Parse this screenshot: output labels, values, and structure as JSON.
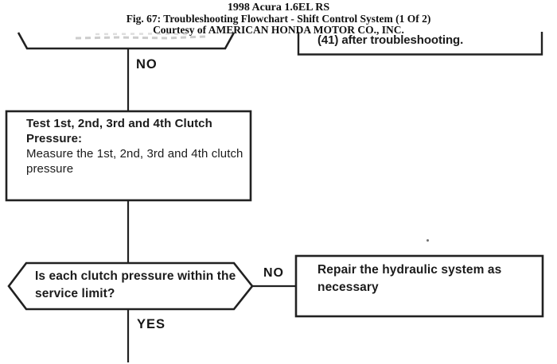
{
  "header": {
    "title": "1998 Acura 1.6EL RS",
    "figure_caption": "Fig. 67: Troubleshooting Flowchart - Shift Control System (1 Of 2)",
    "courtesy": "Courtesy of AMERICAN HONDA MOTOR CO., INC."
  },
  "flowchart": {
    "top_right_box": {
      "text": "(41) after troubleshooting."
    },
    "no_label_top": "NO",
    "test_box": {
      "title": "Test 1st, 2nd, 3rd and 4th Clutch Pressure:",
      "body": "Measure the 1st, 2nd, 3rd and 4th clutch pressure"
    },
    "decision": {
      "question": "Is each clutch pressure within the service limit?"
    },
    "no_label_right": "NO",
    "yes_label": "YES",
    "repair_box": {
      "text": "Repair the hydraulic system as necessary"
    }
  },
  "colors": {
    "ink": "#212121",
    "paper": "#ffffff",
    "faded_ink": "#9a9a9a"
  }
}
